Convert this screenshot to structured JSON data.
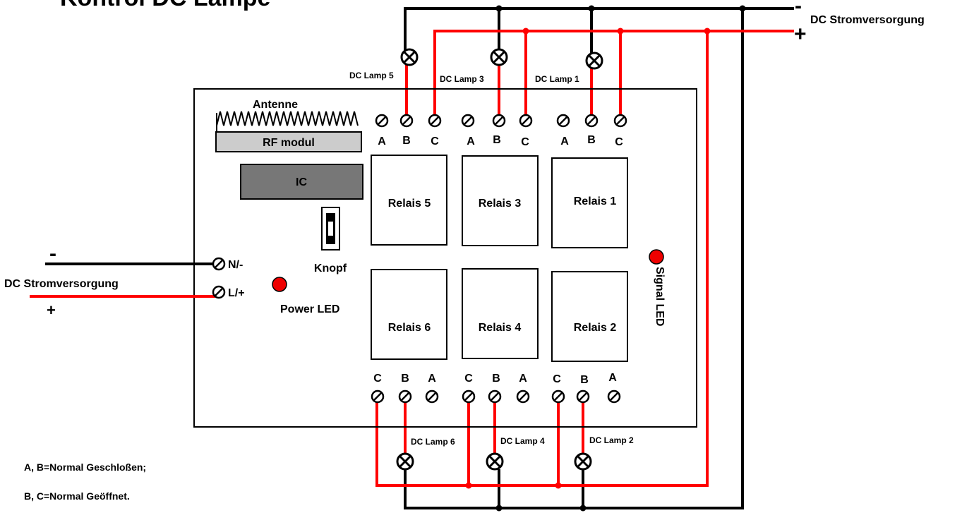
{
  "title": "Kontrol DC Lampe",
  "supply": {
    "top_minus": "-",
    "top_plus": "+",
    "top_label": "DC Stromversorgung",
    "left_minus": "-",
    "left_plus": "+",
    "left_label": "DC Stromversorgung"
  },
  "board": {
    "antenna_label": "Antenne",
    "rf_label": "RF modul",
    "ic_label": "IC",
    "button_label": "Knopf",
    "power_led_label": "Power LED",
    "signal_led_label": "Signal LED",
    "input_n_label": "N/-",
    "input_l_label": "L/+"
  },
  "relays": {
    "r5": "Relais 5",
    "r3": "Relais 3",
    "r1": "Relais 1",
    "r6": "Relais 6",
    "r4": "Relais 4",
    "r2": "Relais 2"
  },
  "terminals": {
    "a": "A",
    "b": "B",
    "c": "C"
  },
  "lamps": {
    "l5": "DC Lamp 5",
    "l3": "DC Lamp 3",
    "l1": "DC Lamp 1",
    "l6": "DC Lamp 6",
    "l4": "DC Lamp 4",
    "l2": "DC Lamp 2"
  },
  "notes": {
    "line1": "A, B=Normal Geschloßen;",
    "line2": "B, C=Normal Geöffnet."
  },
  "colors": {
    "wire_red": "#ff0000",
    "wire_black": "#000000",
    "led_red": "#ee0000",
    "rf_fill": "#cccccc",
    "ic_fill": "#777777"
  }
}
